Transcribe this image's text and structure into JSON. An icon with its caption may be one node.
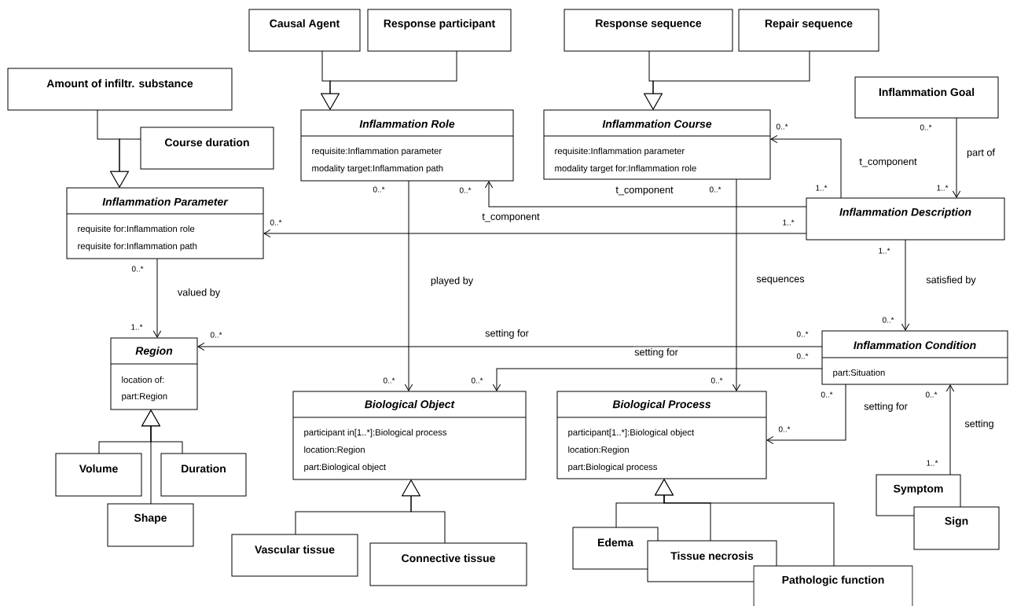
{
  "diagram": {
    "nodes": [
      {
        "text": [
          "Causal Agent"
        ]
      },
      {
        "text": [
          "Response participant"
        ]
      },
      {
        "text": [
          "Response sequence"
        ]
      },
      {
        "text": [
          "Repair sequence"
        ]
      },
      {
        "text": [
          "Amount of infiltr. substance"
        ]
      },
      {
        "text": [
          "Inflammation Goal"
        ]
      },
      {
        "text": [
          "Course duration"
        ]
      },
      {
        "text": [
          "Inflammation Role",
          "requisite:Inflammation parameter",
          "modality target:Inflammation path"
        ]
      },
      {
        "text": [
          "Inflammation Course",
          "requisite:Inflammation parameter",
          "modality target for:Inflammation role"
        ]
      },
      {
        "text": [
          "Inflammation Parameter",
          "requisite for:Inflammation role",
          "requisite for:Inflammation path"
        ]
      },
      {
        "text": [
          "Inflammation Description"
        ]
      },
      {
        "text": [
          "Region",
          "location of:",
          "part:Region"
        ]
      },
      {
        "text": [
          "Inflammation Condition",
          "part:Situation"
        ]
      },
      {
        "text": [
          "Biological Object",
          "participant in[1..*]:Biological process",
          "location:Region",
          "part:Biological object"
        ]
      },
      {
        "text": [
          "Biological Process",
          "participant[1..*]:Biological object",
          "location:Region",
          "part:Biological process"
        ]
      },
      {
        "text": [
          "Volume"
        ]
      },
      {
        "text": [
          "Duration"
        ]
      },
      {
        "text": [
          "Shape"
        ]
      },
      {
        "text": [
          "Vascular tissue"
        ]
      },
      {
        "text": [
          "Connective tissue"
        ]
      },
      {
        "text": [
          "Edema"
        ]
      },
      {
        "text": [
          "Tissue necrosis"
        ]
      },
      {
        "text": [
          "Pathologic function"
        ]
      },
      {
        "text": [
          "Symptom"
        ]
      },
      {
        "text": [
          "Sign"
        ]
      }
    ],
    "edges": [
      {
        "from": 0,
        "to": 7,
        "arrow": "to"
      },
      {
        "from": 1,
        "to": 7,
        "arrow": "to"
      },
      {
        "from": 2,
        "to": 8,
        "arrow": "to"
      },
      {
        "from": 3,
        "to": 8,
        "arrow": "to"
      },
      {
        "from": 4,
        "to": 9,
        "arrow": "to"
      },
      {
        "from": 6,
        "to": 9,
        "arrow": "to"
      },
      {
        "from": 15,
        "to": 11,
        "arrow": "to"
      },
      {
        "from": 16,
        "to": 11,
        "arrow": "to"
      },
      {
        "from": 17,
        "to": 11,
        "arrow": "to"
      },
      {
        "from": 18,
        "to": 13,
        "arrow": "to"
      },
      {
        "from": 19,
        "to": 13,
        "arrow": "to"
      },
      {
        "from": 20,
        "to": 14,
        "arrow": "to"
      },
      {
        "from": 21,
        "to": 14,
        "arrow": "to"
      },
      {
        "from": 22,
        "to": 14,
        "arrow": "to"
      },
      {
        "from": 10,
        "to": 8,
        "arrow": "to",
        "label": "t_component"
      },
      {
        "from": 10,
        "to": 7,
        "arrow": "to",
        "label": "t_component"
      },
      {
        "from": 10,
        "to": 9,
        "arrow": "to",
        "label": "t_component"
      },
      {
        "from": 5,
        "to": 10,
        "arrow": "to",
        "label": "part of"
      },
      {
        "from": 7,
        "to": 13,
        "arrow": "to",
        "label": "played by"
      },
      {
        "from": 8,
        "to": 14,
        "arrow": "to",
        "label": "sequences"
      },
      {
        "from": 9,
        "to": 11,
        "arrow": "to",
        "label": "valued by"
      },
      {
        "from": 10,
        "to": 12,
        "arrow": "to",
        "label": "satisfied by"
      },
      {
        "from": 12,
        "to": 11,
        "arrow": "to",
        "label": "setting for"
      },
      {
        "from": 12,
        "to": 13,
        "arrow": "to",
        "label": "setting for"
      },
      {
        "from": 12,
        "to": 14,
        "arrow": "to",
        "label": "setting for"
      },
      {
        "from": 23,
        "to": 12,
        "arrow": "to",
        "label": "setting"
      }
    ],
    "labels": [
      "0..*",
      "0..*",
      "0..*",
      "0..*",
      "0..*",
      "1..*",
      "1..*",
      "0..*",
      "1..*",
      "0..*",
      "1..*",
      "0..*",
      "1..*",
      "0..*",
      "0..*",
      "0..*",
      "0..*",
      "0..*",
      "0..*",
      "0..*",
      "0..*",
      "0..*",
      "1..*"
    ]
  }
}
